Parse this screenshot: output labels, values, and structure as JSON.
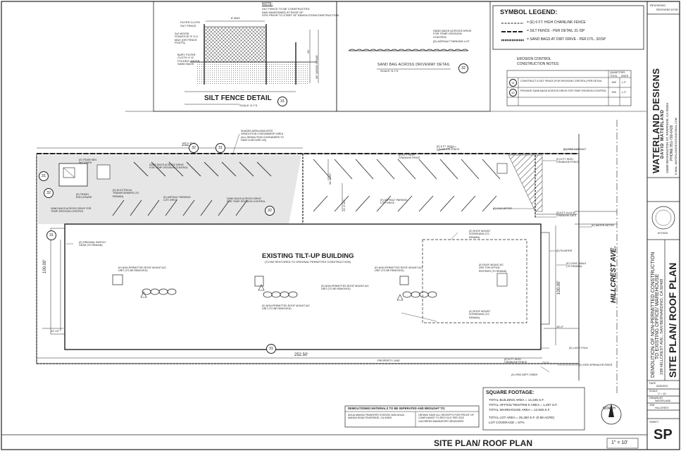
{
  "title_block": {
    "revisions_label": "REVISIONS",
    "revision_note": "REVISIONS 5/7/25",
    "firm_name": "WATERLAND DESIGNS",
    "designer_name": "DAVID WATERLAND",
    "firm_address": "15660 WASHINGTON ST, RIVERSIDE, CA 92504",
    "firm_phone": "PHONE 951-780-6428",
    "firm_email": "E-MAIL: WATERLANDDESIGNS@GMAIL.COM",
    "stamp_date": "6/7/2025",
    "project_desc_1": "DEMOLITION OF NON-PERMITTED CONSTRUCTION",
    "project_desc_2": "TO EXISTING OFFICE/ WAREHOUSE",
    "project_address": "199 HILLCREST AVE., SAN BERNARDINO, CA 92408",
    "sheet_title": "SITE PLAN/ ROOF PLAN",
    "date_label": "DATE",
    "date_value": "5/28/2023",
    "scale_label": "SCALE",
    "scale_value": "1\" = 10'",
    "drawn_by_label": "DRAWN BY",
    "drawn_by_value": "WATERLAND",
    "job_label": "JOB",
    "job_value": "HILLCREST",
    "sheet_label": "SHEET",
    "sheet_number": "SP"
  },
  "notes": {
    "heading": "NOTE:",
    "line1": "SILT FENCE TO BE CONSTRUCTED",
    "line2": "AND MAINTAINED AT EDGE OF",
    "line3": "SITE PRIOR TO START OF DEMOLITION/CONSTRUCTION"
  },
  "silt_fence_detail": {
    "title": "SILT FENCE DETAIL",
    "scale": "SCALE:  N.T.S.",
    "number": "31",
    "label_filter_cloth": "FILTER CLOTH",
    "label_silt_fence": "SILT FENCE",
    "label_wood_stakes": "2x2 WOOD STAKES AT 8' O.C. MAX (OR FENCE POSTS)",
    "label_bury": "BURY FILTER CLOTH 4\"-6\" FOLDED UNDER SAND BAGS",
    "dim_max": "8' MAX",
    "dim_24": "24\"",
    "dim_36": "36\" WOOD STAKE"
  },
  "sand_bag_detail": {
    "title": "SAND BAG ACROSS DRIVEWAY DETAIL",
    "scale": "SCALE:  N.T.S.",
    "number": "32",
    "label1": "SAND BAGS ACROSS DRIVE FOR TEMP. EROSION CONTROL",
    "label2": "(E) ASPHALT PARKING LOT"
  },
  "symbol_legend": {
    "title": "SYMBOL LEGEND:",
    "items": [
      "= (E) 6 FT. HIGH CHAINLINK FENCE",
      "= SILT FENCE - PER DETAIL  31 /SP",
      "= SAND BAGS AT DIRT DRIVE - PER DTL. 32/SP"
    ]
  },
  "erosion_notes": {
    "title1": "EROSION CONTROL",
    "title2": "CONSTRUCTION NOTES:",
    "quantities_label": "QUANTITIES",
    "total_label": "TOTAL",
    "units_label": "UNITS",
    "rows": [
      {
        "num": "31",
        "text": "CONSTRUCT A SILT FENCE (FOR EROSION CONTROL) PER DETAIL",
        "total": "195",
        "units": "L.F."
      },
      {
        "num": "32",
        "text": "PROVIDE SAND BAGS ACROSS DRIVE FOR TEMP. EROSION CONTROL",
        "total": "195",
        "units": "L.F."
      }
    ]
  },
  "site_plan": {
    "building_title": "EXISTING TILT-UP BUILDING",
    "building_subtitle": "(TO BE RESTORED TO ORIGINAL PERMITTED CONSTRUCTION)",
    "street": "HILLCREST AVE.",
    "dim_top": "252.50'",
    "dim_bottom": "252.50'",
    "dim_left": "100.00'",
    "dim_right": "100.00'",
    "dim_mid_a": "34'-6 1/2\"",
    "dim_mid_b": "21'-3 1/2\"",
    "dim_setback": "18'-0\"",
    "dim_left_setback": "12'-10\"",
    "property_line": "PROPERTY LINE",
    "north_label": "NORTH",
    "callouts": {
      "shaded_area": "SHADED AREA INDICATES DEMOLITION CONTAINMENT AREA (ALL DEMOLITION CONTAINERS TO HAVE A SECURE LID)",
      "chainlink_top": "(E) 6 FT. HIGH CHAINLINK FENCE",
      "fire_hydrant": "(E) FIRE HYDRANT",
      "chainlink_right": "(E) 6 FT. HIGH CHAINLINK FENCE",
      "gas_meter": "(E) GAS METER",
      "chainlink_gate": "(E) 6 FT. H x 6' W CHAINLINK GATE",
      "water_meter": "(E) WATER METER",
      "planter": "(E) PLANTER",
      "conc_walk": "(E) CONC. WALK (TO REMAIN)",
      "light_pole": "(E) LIGHT POLE",
      "chainlink_bottom": "(E) 6 FT. HIGH CHAINLINK FENCE",
      "fire_dept_riser": "(E) FIRE DEPT. RISER",
      "fire_sprinkler": "(E) FIRE SPRINKLER RISER",
      "trash_bin": "(E) TRASH BIN W/ COVER",
      "trash_enclosure": "(E) TRASH ENCLOSURE",
      "transformers": "(E) ELECTRICAL TRANSFORMERS (TO REMAIN)",
      "sand_bags_left": "SAND BAGS ACROSS DRIVE FOR TEMP. EROSION CONTROL",
      "sand_bags_top": "SAND BAGS ACROSS DRIVE FOR TEMP. EROSION CONTROL",
      "sand_bags_mid": "SAND BAGS ACROSS DRIVE FOR TEMP. EROSION CONTROL",
      "asphalt_left": "(E) ASPHALT PARKING LOT/ DRIVE",
      "asphalt_right": "(E) ASPHALT PARKING LOT/ DRIVE",
      "switch_gear": "(E) ORIGINAL SWITCH GEAR (TO REMAIN)",
      "roof_screen_top": "(E) ROOF MOUNT SCREENING (TO REMAIN)",
      "roof_screen_bottom": "(E) ROOF MOUNT SCREENING (TO REMAIN)",
      "ac_unit_left": "(E) NON-PERMITTED ROOF MOUNT A/C UNIT (TO BE REMOVED)",
      "ac_unit_center_a": "(E) NON-PERMITTED ROOF MOUNT A/C UNIT (TO BE REMOVED)",
      "ac_unit_center_b": "(E) NON-PERMITTED ROOF MOUNT A/C UNIT (TO BE REMOVED)",
      "ac_unit_right": "(E) NON-PERMITTED ROOF MOUNT A/C UNIT (TO BE REMOVED)",
      "ac_unit_office": "(E) ROOF MOUNT A/C UNIT FOR OFFICE/ RESTRM'S (TO REMAIN)",
      "swale": "(E) 6 FT. HIGH CHAINLINK FENCE"
    }
  },
  "square_footage": {
    "title": "SQUARE FOOTAGE:",
    "lines": [
      "TOTAL BUILDING AREA = 14,235 S.F.",
      "TOTAL OFFICE/ RESTRM.S AREA = 1,287 S.F.",
      "TOTAL WAREHOUSE AREA = 12,948 S.F.",
      "TOTAL LOT AREA = 25,250 S.F. (0.58 ACRE)",
      "LOT COVERAGE = 57%"
    ]
  },
  "demolished_materials": {
    "title": "DEMOLITIONED MATERIALS TO BE SEPERATED AND BROUGHT TO:",
    "col1": "AGUA MANSA TRANSFER STATION 1830 AGUA MANSA ROAD RIVERSIDE, CA 92509",
    "col2": "OBTAIN/ SAVE ALL RECEIPTS FOR PROOF OF COMPLIANCE TO RECYCLE PER 2022 CALGREEN MANDATORY MEASURES"
  },
  "footer": {
    "title": "SITE  PLAN/ ROOF PLAN",
    "scale": "1\" = 10'"
  },
  "colors": {
    "ink": "#222222",
    "shade": "#e6e6e6",
    "paper": "#ffffff"
  }
}
